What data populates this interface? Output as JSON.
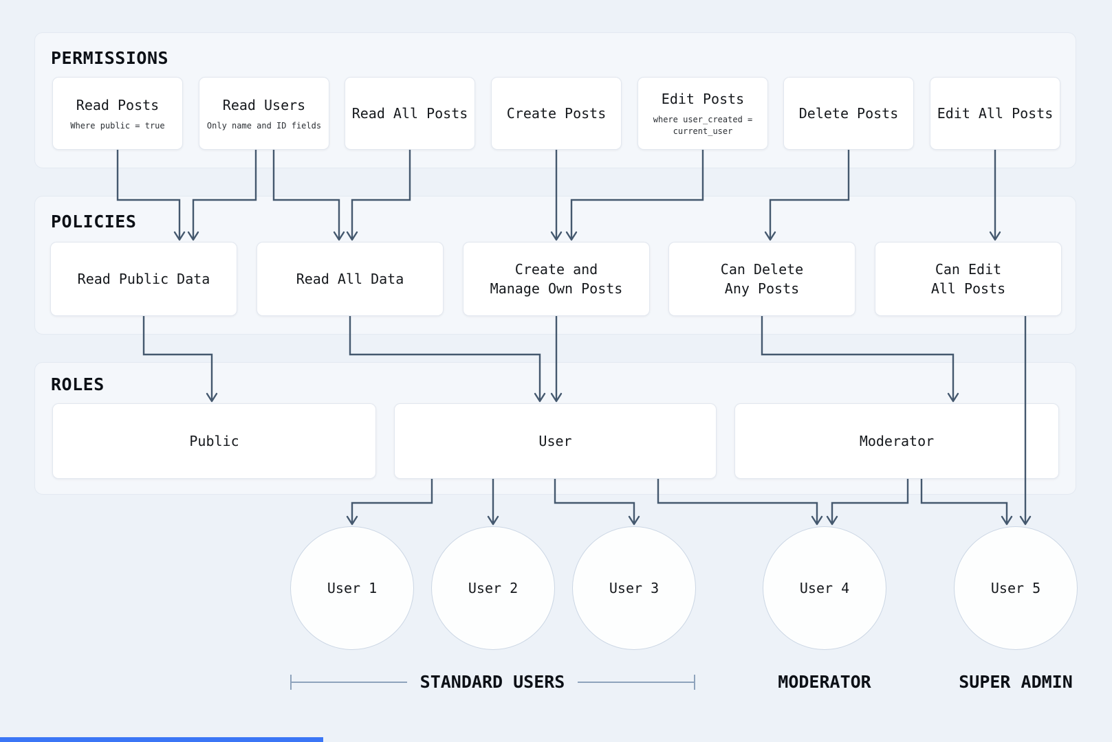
{
  "sections": {
    "permissions": {
      "label": "PERMISSIONS",
      "items": [
        {
          "title": "Read Posts",
          "subtitle": "Where public = true"
        },
        {
          "title": "Read Users",
          "subtitle": "Only name and ID fields"
        },
        {
          "title": "Read All Posts"
        },
        {
          "title": "Create Posts"
        },
        {
          "title": "Edit Posts",
          "subtitle": [
            "where user_created =",
            "current_user"
          ]
        },
        {
          "title": "Delete Posts"
        },
        {
          "title": "Edit All Posts"
        }
      ]
    },
    "policies": {
      "label": "POLICIES",
      "items": [
        {
          "title": "Read Public Data"
        },
        {
          "title": "Read All Data"
        },
        {
          "title": [
            "Create and",
            "Manage Own Posts"
          ]
        },
        {
          "title": [
            "Can Delete",
            "Any Posts"
          ]
        },
        {
          "title": [
            "Can Edit",
            "All Posts"
          ]
        }
      ]
    },
    "roles": {
      "label": "ROLES",
      "items": [
        {
          "title": "Public"
        },
        {
          "title": "User"
        },
        {
          "title": "Moderator"
        }
      ]
    }
  },
  "users": [
    {
      "label": "User 1"
    },
    {
      "label": "User 2"
    },
    {
      "label": "User 3"
    },
    {
      "label": "User 4"
    },
    {
      "label": "User 5"
    }
  ],
  "user_groups": [
    {
      "label": "STANDARD USERS"
    },
    {
      "label": "MODERATOR"
    },
    {
      "label": "SUPER ADMIN"
    }
  ],
  "edges": [
    {
      "from": "Read Posts",
      "to": "Read Public Data"
    },
    {
      "from": "Read Users",
      "to": "Read Public Data"
    },
    {
      "from": "Read Users",
      "to": "Read All Data"
    },
    {
      "from": "Read All Posts",
      "to": "Read All Data"
    },
    {
      "from": "Create Posts",
      "to": "Create and Manage Own Posts"
    },
    {
      "from": "Edit Posts",
      "to": "Create and Manage Own Posts"
    },
    {
      "from": "Delete Posts",
      "to": "Can Delete Any Posts"
    },
    {
      "from": "Edit All Posts",
      "to": "Can Edit All Posts"
    },
    {
      "from": "Read Public Data",
      "to": "Public"
    },
    {
      "from": "Read All Data",
      "to": "User"
    },
    {
      "from": "Create and Manage Own Posts",
      "to": "User"
    },
    {
      "from": "Can Delete Any Posts",
      "to": "Moderator"
    },
    {
      "from": "Can Edit All Posts",
      "to": "User 5"
    },
    {
      "from": "User",
      "to": "User 1"
    },
    {
      "from": "User",
      "to": "User 2"
    },
    {
      "from": "User",
      "to": "User 3"
    },
    {
      "from": "User",
      "to": "User 4"
    },
    {
      "from": "Moderator",
      "to": "User 4"
    },
    {
      "from": "Moderator",
      "to": "User 5"
    }
  ],
  "colors": {
    "page_bg": "#edf2f8",
    "panel_bg": "#f4f7fb",
    "node_bg": "#ffffff",
    "arrow": "#44586e",
    "bracket": "#8ea3bc",
    "accent_bar": "#3b76f6"
  }
}
